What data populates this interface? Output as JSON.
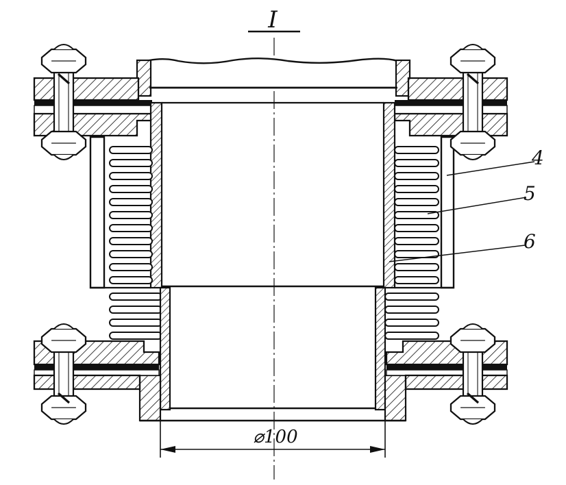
{
  "figure": {
    "section_label": "I",
    "callouts": [
      "4",
      "5",
      "6"
    ],
    "dimension_text": "⌀100"
  },
  "colors": {
    "ink": "#111111",
    "paper": "#ffffff"
  },
  "parts": {
    "bolts": 4,
    "bellows_upper_folds": 11,
    "bellows_lower_folds": 4
  }
}
